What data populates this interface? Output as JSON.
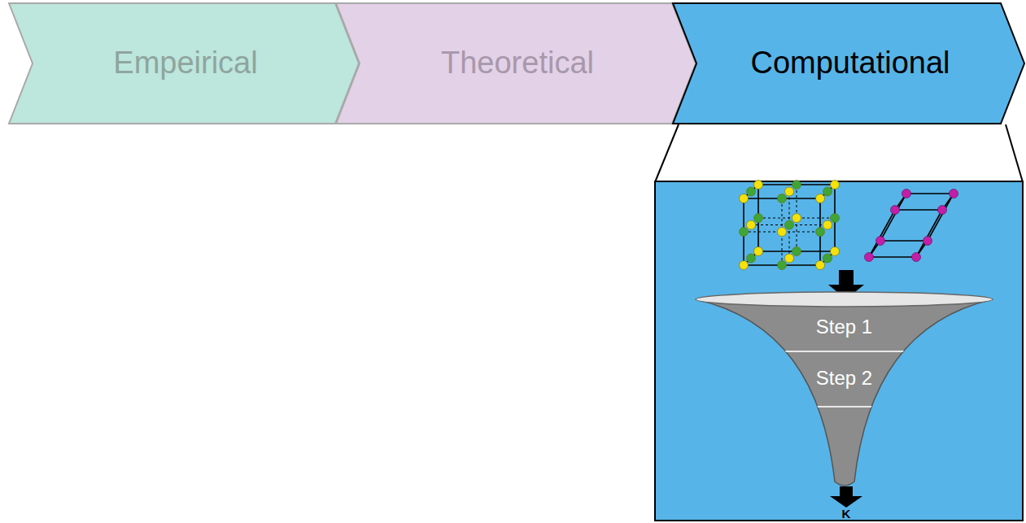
{
  "diagram": {
    "nodes": [
      {
        "text": [
          "Empeirical"
        ]
      },
      {
        "text": [
          "Theoretical"
        ]
      },
      {
        "text": [
          "Computational"
        ]
      },
      {
        "text": [
          "Step 1"
        ]
      },
      {
        "text": [
          "Step 2"
        ]
      }
    ],
    "labels": [
      "K"
    ]
  }
}
